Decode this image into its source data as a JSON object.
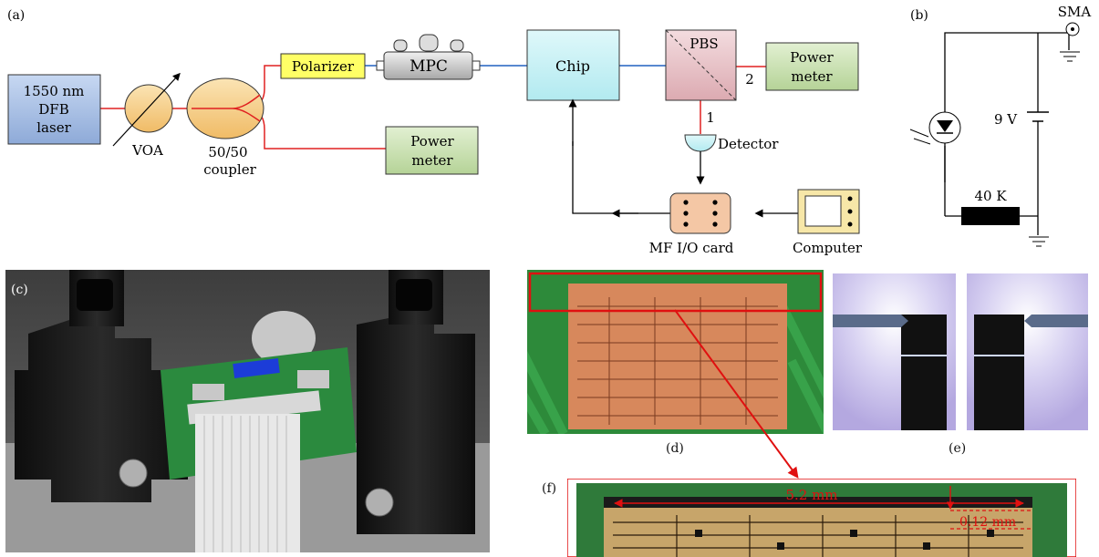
{
  "panels": {
    "a": "(a)",
    "b": "(b)",
    "c": "(c)",
    "d": "(d)",
    "e": "(e)",
    "f": "(f)"
  },
  "setup": {
    "laser": [
      "1550 nm",
      "DFB",
      "laser"
    ],
    "voa": "VOA",
    "coupler": [
      "50/50",
      "coupler"
    ],
    "polarizer": "Polarizer",
    "mpc": "MPC",
    "power_meter_1": [
      "Power",
      "meter"
    ],
    "chip": "Chip",
    "pbs": "PBS",
    "port1": "1",
    "port2": "2",
    "power_meter_2": [
      "Power",
      "meter"
    ],
    "detector": "Detector",
    "io_card": "MF I/O card",
    "computer": "Computer"
  },
  "circuit": {
    "sma": "SMA",
    "voltage": "9 V",
    "resistor": "40 K"
  },
  "zoom": {
    "length": "5.2 mm",
    "width": "0.12 mm"
  },
  "colors": {
    "laser_fill": "#a9bfe3",
    "polarizer_fill": "#ffff66",
    "coupler_fill": "#f7d28c",
    "power_meter_fill": "#cfe4b6",
    "chip_fill": "#c6f1f4",
    "pbs_fill": "#e9c4c8",
    "card_fill": "#f4c7a5",
    "red_line": "#e02020",
    "blue_line": "#2060c0"
  }
}
